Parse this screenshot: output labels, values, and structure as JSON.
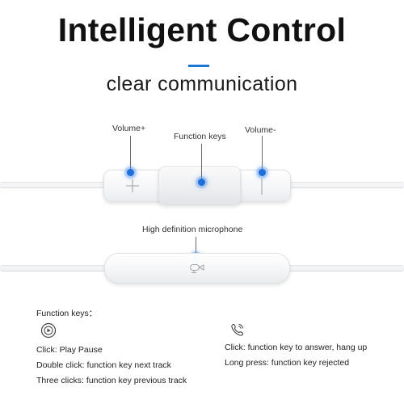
{
  "header": {
    "title": "Intelligent Control",
    "subtitle": "clear communication",
    "accent_color": "#1976d2"
  },
  "remote": {
    "volume_up_label": "Volume+",
    "function_keys_label": "Function keys",
    "volume_down_label": "Volume-",
    "marker_color": "#1e6fd9"
  },
  "microphone": {
    "label": "High definition microphone",
    "icon": "microphone-icon"
  },
  "instructions": {
    "heading": "Function keys：",
    "left": {
      "icon": "play-disc-icon",
      "lines": [
        "Click: Play Pause",
        "Double click: function key next track",
        "Three clicks: function key previous track"
      ]
    },
    "right": {
      "icon": "phone-call-icon",
      "lines": [
        "Click: function key to answer, hang up",
        "Long press: function key rejected"
      ]
    }
  }
}
